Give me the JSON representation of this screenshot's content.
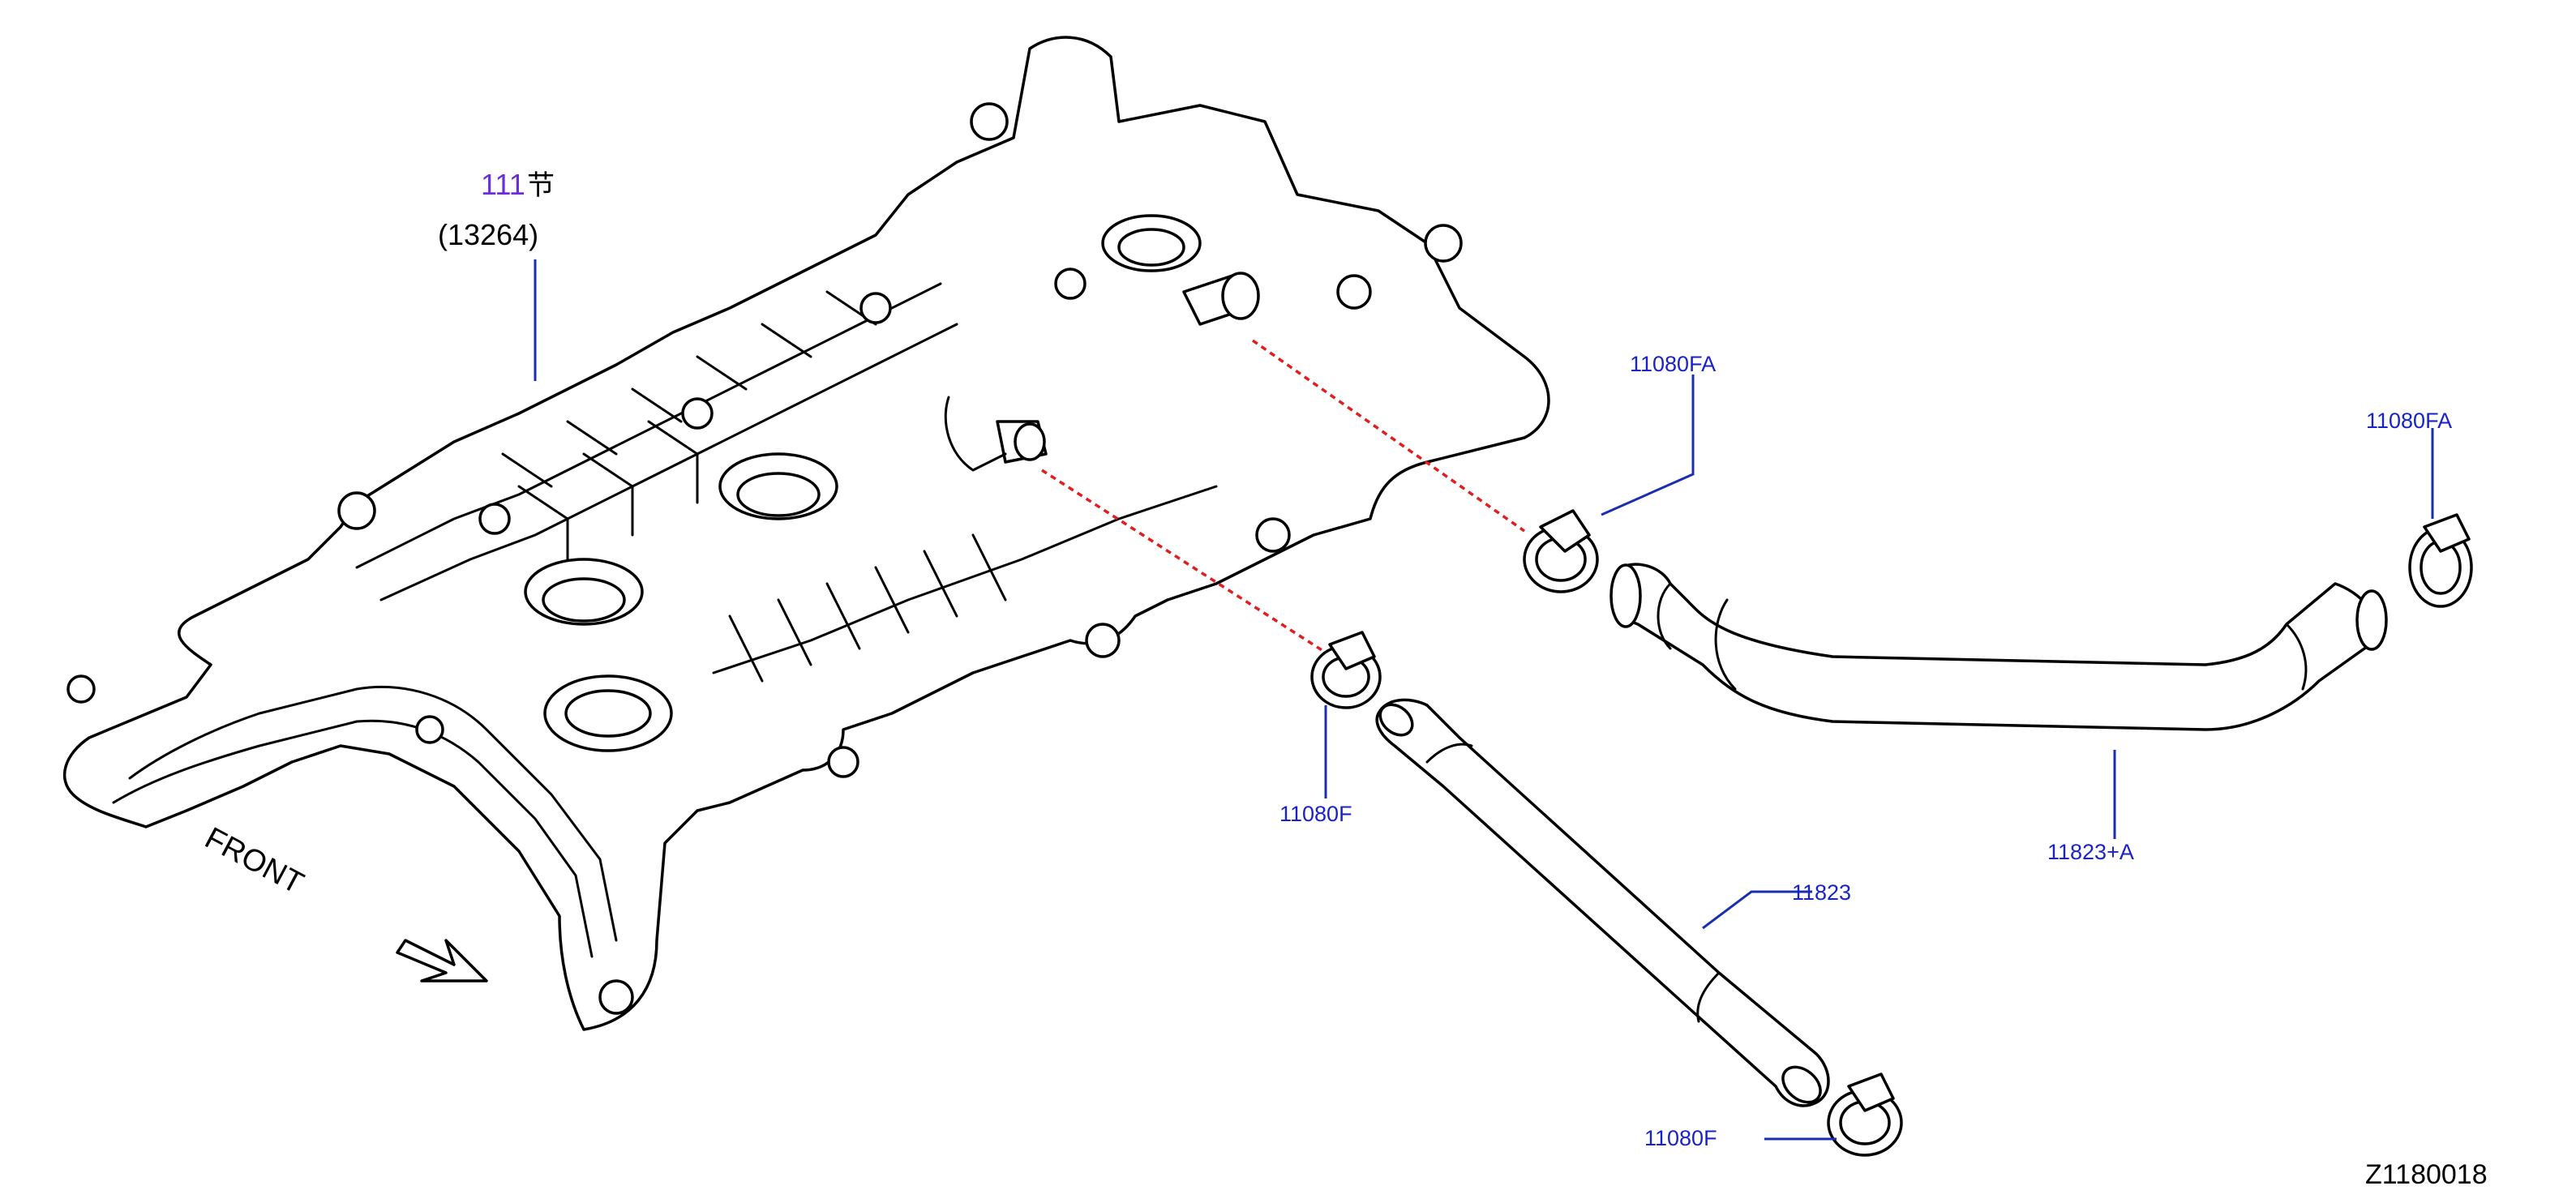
{
  "title_ref": {
    "section_number": "111",
    "section_suffix": "节",
    "part_number": "(13264)"
  },
  "front_label": "FRONT",
  "callouts": {
    "clamp_upper_mid": "11080FA",
    "clamp_upper_right": "11080FA",
    "clamp_lower_mid": "11080F",
    "clamp_lower_bottom": "11080F",
    "hose_large": "11823+A",
    "hose_small": "11823"
  },
  "diagram_id": "Z1180018",
  "colors": {
    "callout_text": "#1a23c8",
    "leader_line": "#1a2fb0",
    "dashed_line": "#e01e1e",
    "section_number": "#6a2fd8"
  }
}
